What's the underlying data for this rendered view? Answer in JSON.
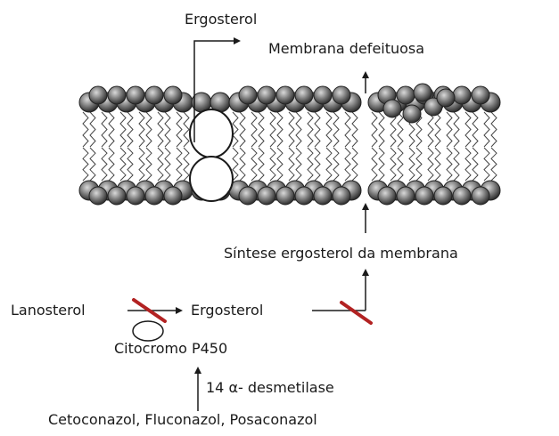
{
  "labels": {
    "ergosterol_top": "Ergosterol",
    "membrana_defeituosa": "Membrana defeituosa",
    "sintese": "Síntese ergosterol da membrana",
    "lanosterol": "Lanosterol",
    "ergosterol_mid": "Ergosterol",
    "citocromo": "Citocromo P450",
    "desmetilase": "14 α- desmetilase",
    "azois": "Cetoconazol, Fluconazol, Posaconazol"
  },
  "colors": {
    "text": "#1a1a1a",
    "inhibit": "#b22222",
    "lipid_head": "#555555"
  }
}
